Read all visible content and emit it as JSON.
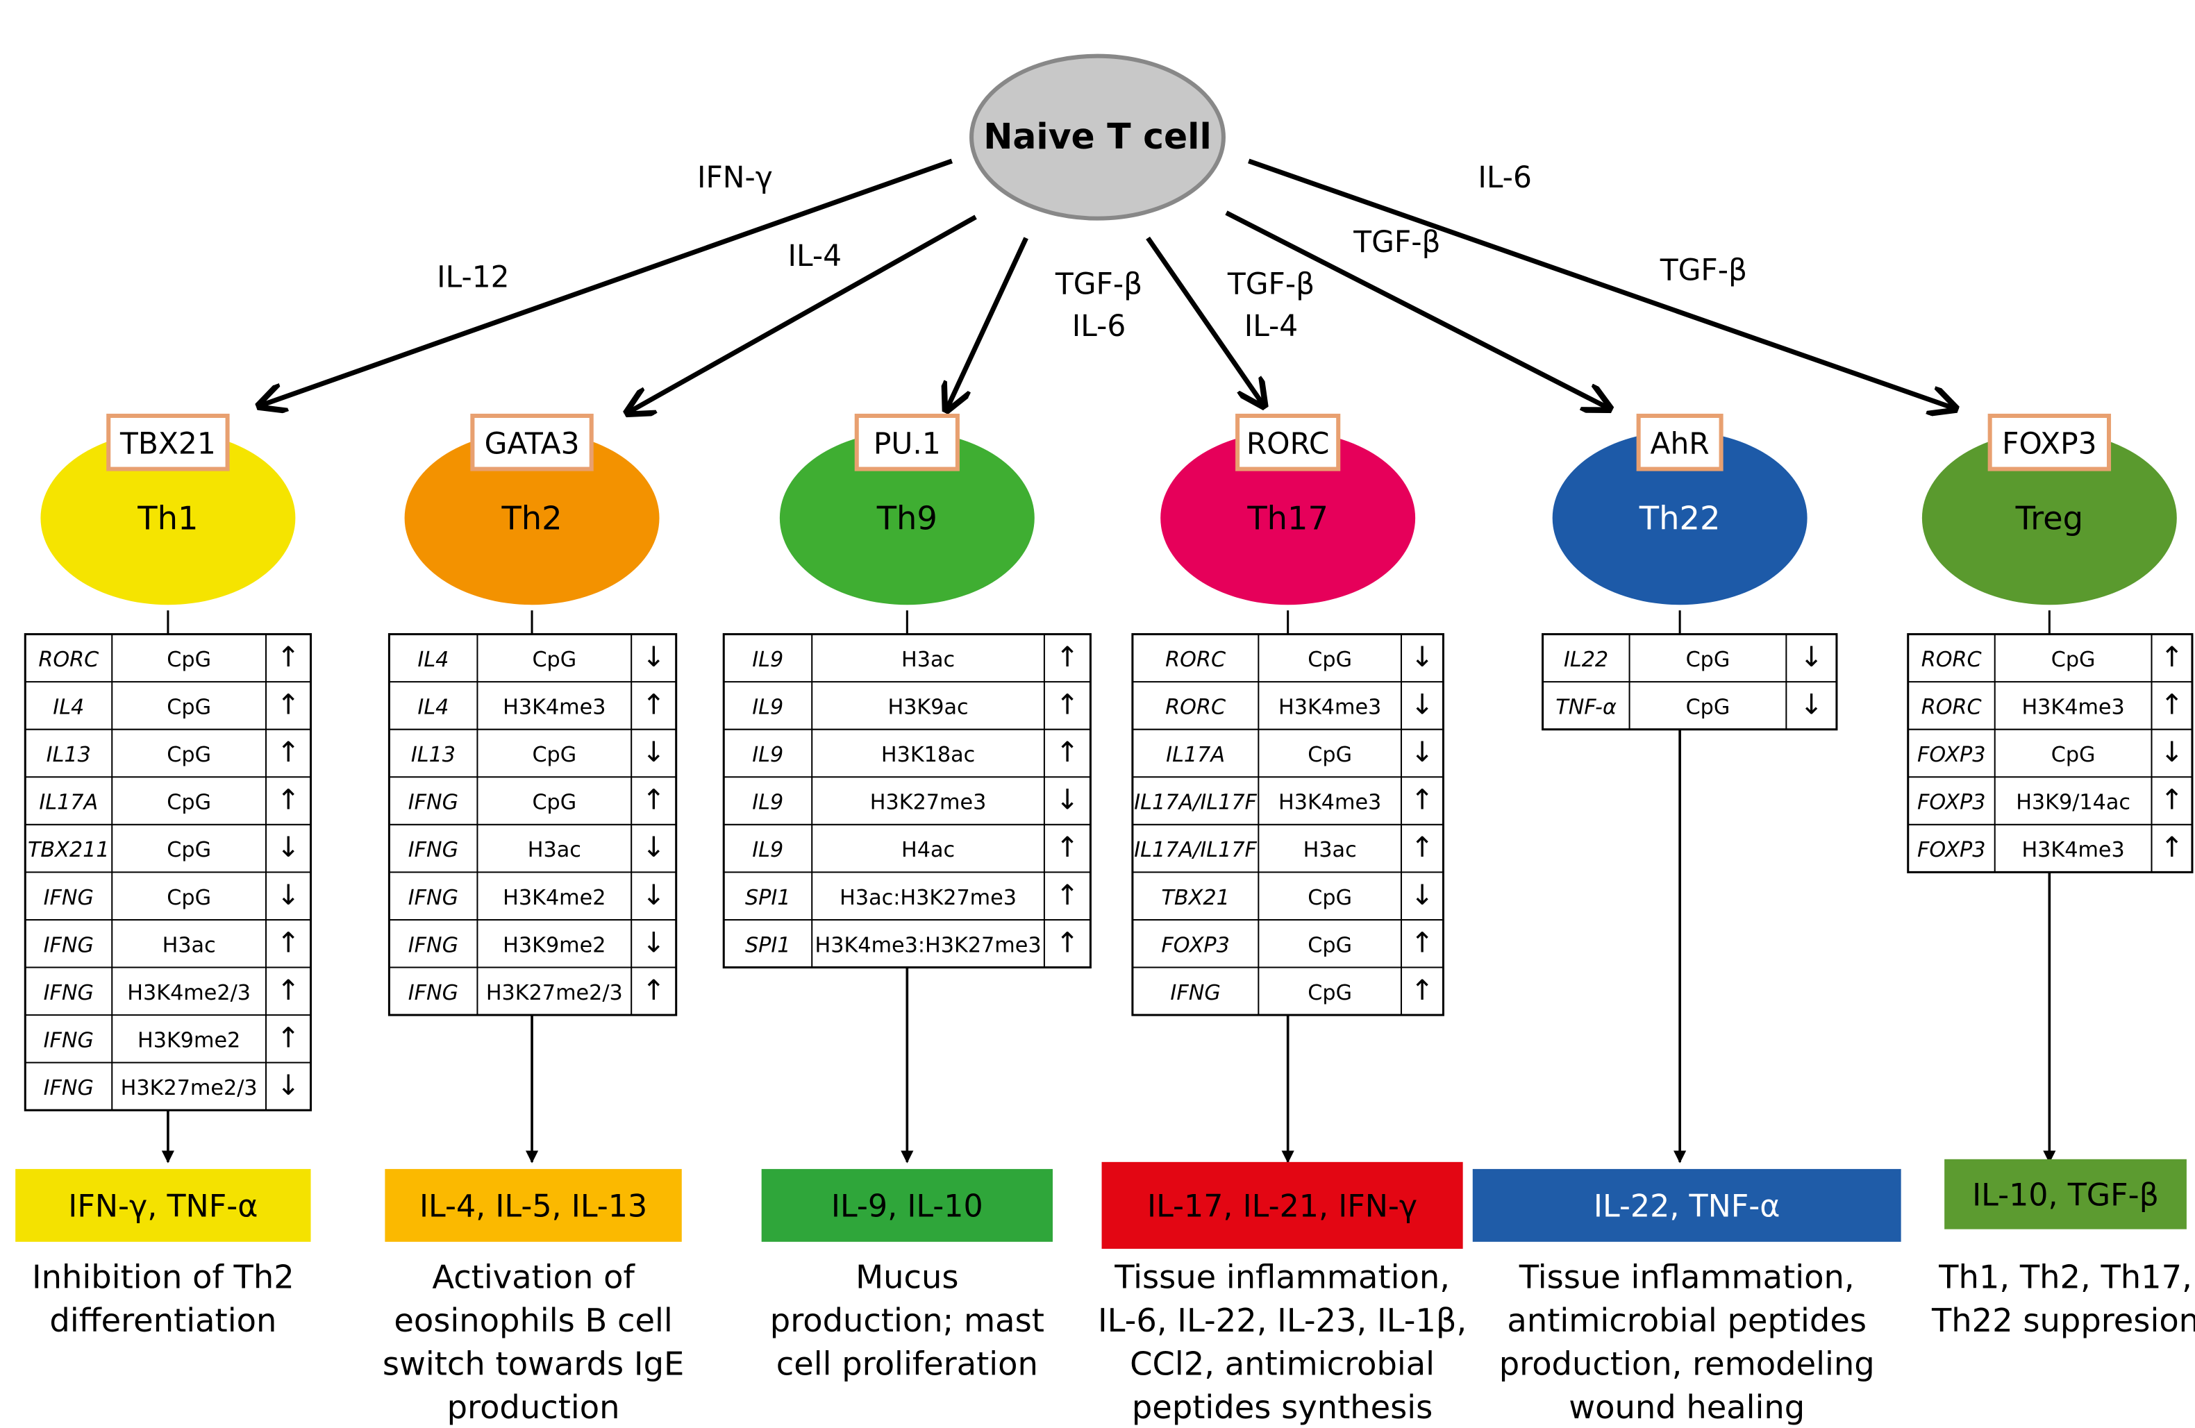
{
  "root": {
    "label": "Naive T cell",
    "color": "#c8c8c8"
  },
  "inducers": [
    {
      "id": "th1",
      "labels": [
        "IFN-γ",
        "IL-12"
      ]
    },
    {
      "id": "th2",
      "labels": [
        "IL-4"
      ]
    },
    {
      "id": "th9",
      "labels": [
        "TGF-β",
        "IL-6"
      ]
    },
    {
      "id": "th17",
      "labels": [
        "TGF-β",
        "IL-4"
      ]
    },
    {
      "id": "th22",
      "labels": [
        "TGF-β"
      ]
    },
    {
      "id": "treg",
      "labels": [
        "IL-6",
        "TGF-β"
      ]
    }
  ],
  "subsets": [
    {
      "id": "th1",
      "name": "Th1",
      "tf": "TBX21",
      "color": "#f5e400",
      "text_color": "#000000",
      "table": [
        {
          "gene": "RORC",
          "mark": "CpG",
          "dir": "↑"
        },
        {
          "gene": "IL4",
          "mark": "CpG",
          "dir": "↑"
        },
        {
          "gene": "IL13",
          "mark": "CpG",
          "dir": "↑"
        },
        {
          "gene": "IL17A",
          "mark": "CpG",
          "dir": "↑"
        },
        {
          "gene": "TBX211",
          "mark": "CpG",
          "dir": "↓"
        },
        {
          "gene": "IFNG",
          "mark": "CpG",
          "dir": "↓"
        },
        {
          "gene": "IFNG",
          "mark": "H3ac",
          "dir": "↑"
        },
        {
          "gene": "IFNG",
          "mark": "H3K4me2/3",
          "dir": "↑"
        },
        {
          "gene": "IFNG",
          "mark": "H3K9me2",
          "dir": "↑"
        },
        {
          "gene": "IFNG",
          "mark": "H3K27me2/3",
          "dir": "↓"
        }
      ],
      "output": {
        "label": "IFN-γ, TNF-α",
        "color": "#f4e200",
        "text_color": "#000000"
      },
      "description": [
        "Inhibition of Th2",
        "differentiation"
      ]
    },
    {
      "id": "th2",
      "name": "Th2",
      "tf": "GATA3",
      "color": "#f39200",
      "text_color": "#000000",
      "table": [
        {
          "gene": "IL4",
          "mark": "CpG",
          "dir": "↓"
        },
        {
          "gene": "IL4",
          "mark": "H3K4me3",
          "dir": "↑"
        },
        {
          "gene": "IL13",
          "mark": "CpG",
          "dir": "↓"
        },
        {
          "gene": "IFNG",
          "mark": "CpG",
          "dir": "↑"
        },
        {
          "gene": "IFNG",
          "mark": "H3ac",
          "dir": "↓"
        },
        {
          "gene": "IFNG",
          "mark": "H3K4me2",
          "dir": "↓"
        },
        {
          "gene": "IFNG",
          "mark": "H3K9me2",
          "dir": "↓"
        },
        {
          "gene": "IFNG",
          "mark": "H3K27me2/3",
          "dir": "↑"
        }
      ],
      "output": {
        "label": "IL-4, IL-5, IL-13",
        "color": "#fbb900",
        "text_color": "#000000"
      },
      "description": [
        "Activation of",
        "eosinophils B cell",
        "switch towards IgE",
        "production"
      ]
    },
    {
      "id": "th9",
      "name": "Th9",
      "tf": "PU.1",
      "color": "#3fae32",
      "text_color": "#000000",
      "table": [
        {
          "gene": "IL9",
          "mark": "H3ac",
          "dir": "↑"
        },
        {
          "gene": "IL9",
          "mark": "H3K9ac",
          "dir": "↑"
        },
        {
          "gene": "IL9",
          "mark": "H3K18ac",
          "dir": "↑"
        },
        {
          "gene": "IL9",
          "mark": "H3K27me3",
          "dir": "↓"
        },
        {
          "gene": "IL9",
          "mark": "H4ac",
          "dir": "↑"
        },
        {
          "gene": "SPI1",
          "mark": "H3ac:H3K27me3",
          "dir": "↑"
        },
        {
          "gene": "SPI1",
          "mark": "H3K4me3:H3K27me3",
          "dir": "↑"
        }
      ],
      "output": {
        "label": "IL-9, IL-10",
        "color": "#2fa63a",
        "text_color": "#000000"
      },
      "description": [
        "Mucus",
        "production; mast",
        "cell proliferation"
      ]
    },
    {
      "id": "th17",
      "name": "Th17",
      "tf": "RORC",
      "color": "#e6005a",
      "text_color": "#000000",
      "table": [
        {
          "gene": "RORC",
          "mark": "CpG",
          "dir": "↓"
        },
        {
          "gene": "RORC",
          "mark": "H3K4me3",
          "dir": "↓"
        },
        {
          "gene": "IL17A",
          "mark": "CpG",
          "dir": "↓"
        },
        {
          "gene": "IL17A/IL17F",
          "mark": "H3K4me3",
          "dir": "↑"
        },
        {
          "gene": "IL17A/IL17F",
          "mark": "H3ac",
          "dir": "↑"
        },
        {
          "gene": "TBX21",
          "mark": "CpG",
          "dir": "↓"
        },
        {
          "gene": "FOXP3",
          "mark": "CpG",
          "dir": "↑"
        },
        {
          "gene": "IFNG",
          "mark": "CpG",
          "dir": "↑"
        }
      ],
      "output": {
        "label": "IL-17, IL-21, IFN-γ",
        "color": "#e30613",
        "text_color": "#000000"
      },
      "description": [
        "Tissue inflammation,",
        "IL-6, IL-22, IL-23, IL-1β,",
        "CCl2, antimicrobial",
        "peptides synthesis"
      ]
    },
    {
      "id": "th22",
      "name": "Th22",
      "tf": "AhR",
      "color": "#1d5aa8",
      "text_color": "#ffffff",
      "table": [
        {
          "gene": "IL22",
          "mark": "CpG",
          "dir": "↓"
        },
        {
          "gene": "TNF-α",
          "mark": "CpG",
          "dir": "↓"
        }
      ],
      "output": {
        "label": "IL-22, TNF-α",
        "color": "#1f5ca8",
        "text_color": "#ffffff"
      },
      "description": [
        "Tissue inflammation,",
        "antimicrobial peptides",
        "production, remodeling",
        "wound healing"
      ]
    },
    {
      "id": "treg",
      "name": "Treg",
      "tf": "FOXP3",
      "color": "#5a9a2e",
      "text_color": "#000000",
      "table": [
        {
          "gene": "RORC",
          "mark": "CpG",
          "dir": "↑"
        },
        {
          "gene": "RORC",
          "mark": "H3K4me3",
          "dir": "↑"
        },
        {
          "gene": "FOXP3",
          "mark": "CpG",
          "dir": "↓"
        },
        {
          "gene": "FOXP3",
          "mark": "H3K9/14ac",
          "dir": "↑"
        },
        {
          "gene": "FOXP3",
          "mark": "H3K4me3",
          "dir": "↑"
        }
      ],
      "output": {
        "label": "IL-10, TGF-β",
        "color": "#5c9b30",
        "text_color": "#000000"
      },
      "description": [
        "Th1, Th2, Th17,",
        "Th22 suppresion"
      ]
    }
  ],
  "tf_box_border_color": "#e8a070"
}
